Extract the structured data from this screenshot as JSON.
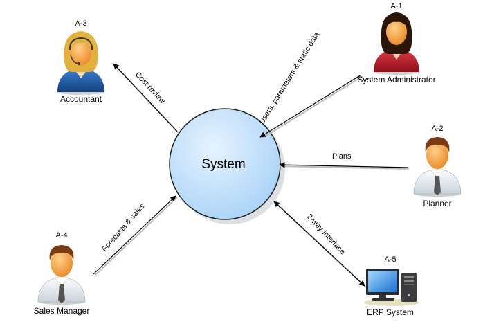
{
  "center": {
    "label": "System"
  },
  "actors": {
    "a1": {
      "id": "A-1",
      "name": "System Administrator"
    },
    "a2": {
      "id": "A-2",
      "name": "Planner"
    },
    "a3": {
      "id": "A-3",
      "name": "Accountant"
    },
    "a4": {
      "id": "A-4",
      "name": "Sales Manager"
    },
    "a5": {
      "id": "A-5",
      "name": "ERP System"
    }
  },
  "flows": {
    "admin": "Users, parameters & static data",
    "planner": "Plans",
    "accountant": "Cost review",
    "sales": "Forecasts & sales",
    "erp": "2-way Interface"
  },
  "colors": {
    "circle_fill": "#c5e2fb",
    "circle_stroke": "#1f1f1f",
    "shirt": "#e8eef4",
    "skin": "#f4a64a",
    "hair_brown": "#7a3b12",
    "admin_red": "#b81d2a",
    "accountant_blue": "#1d5fb0"
  }
}
